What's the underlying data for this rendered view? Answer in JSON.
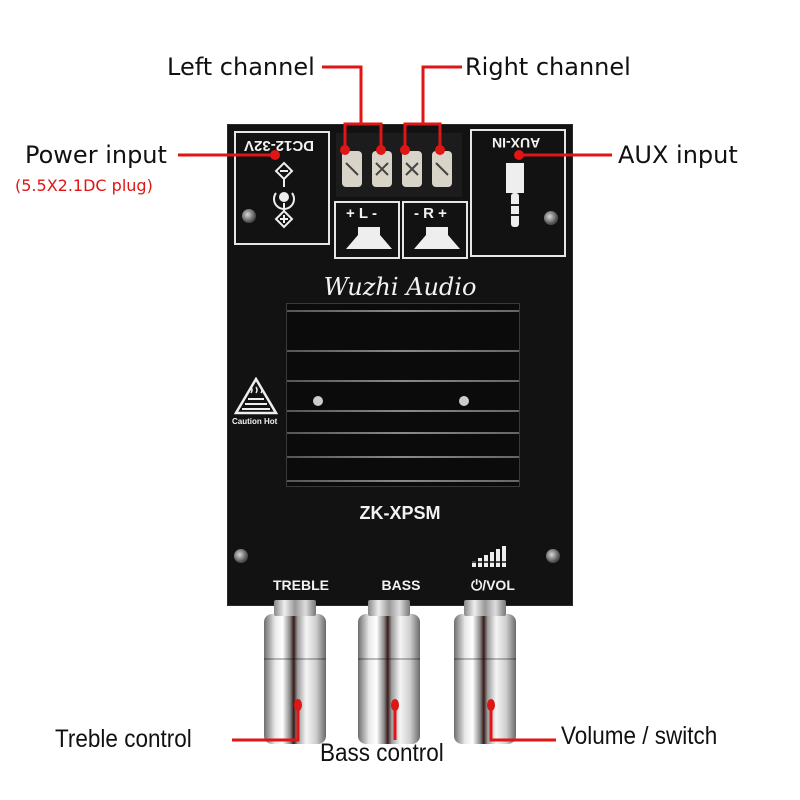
{
  "callouts": {
    "left_channel": "Left channel",
    "right_channel": "Right channel",
    "power_input": "Power input",
    "power_input_note": "(5.5X2.1DC plug)",
    "aux_input": "AUX input",
    "treble_control": "Treble control",
    "bass_control": "Bass control",
    "volume_switch": "Volume / switch"
  },
  "board": {
    "power_label": "DC12-32V",
    "aux_label": "AUX-IN",
    "left_speaker_label": "+ L -",
    "right_speaker_label": "- R +",
    "brand": "Wuzhi Audio",
    "caution_label": "Caution Hot",
    "model": "ZK-XPSM",
    "knob_labels": [
      "TREBLE",
      "BASS",
      "⏻/VOL"
    ]
  },
  "colors": {
    "callout_line": "#e01515",
    "board": "#121212",
    "silkscreen": "#f2f2f2"
  }
}
